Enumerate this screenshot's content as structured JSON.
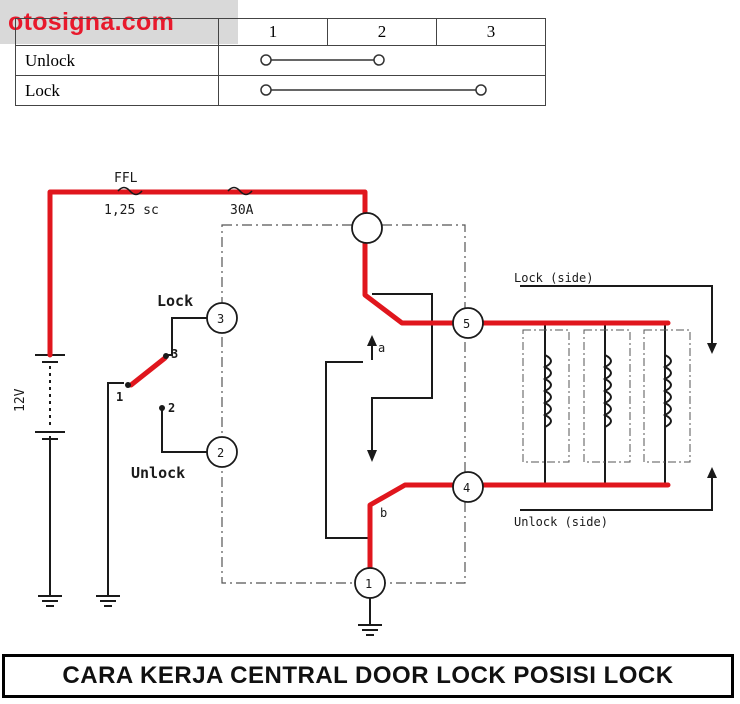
{
  "watermark": "otosigna.com",
  "switch_table": {
    "headers": [
      "",
      "1",
      "2",
      "3"
    ],
    "rows": [
      {
        "label": "Unlock",
        "connects": [
          1,
          2
        ]
      },
      {
        "label": "Lock",
        "connects": [
          1,
          3
        ]
      }
    ]
  },
  "diagram": {
    "fuse_1": "FFL",
    "fuse_1_rating": "1,25 sc",
    "fuse_2_rating": "30A",
    "battery": "12V",
    "switch_lock": "Lock",
    "switch_unlock": "Unlock",
    "switch_pin_1": "1",
    "switch_pin_2": "2",
    "switch_pin_3": "3",
    "terminal_1": "1",
    "terminal_2": "2",
    "terminal_3": "3",
    "terminal_4": "4",
    "terminal_5": "5",
    "relay_a": "a",
    "relay_b": "b",
    "lock_side": "Lock (side)",
    "unlock_side": "Unlock (side)",
    "colors": {
      "active_wire": "#e0161d",
      "line": "#1a1a1a"
    }
  },
  "caption": "CARA KERJA CENTRAL DOOR LOCK POSISI LOCK"
}
